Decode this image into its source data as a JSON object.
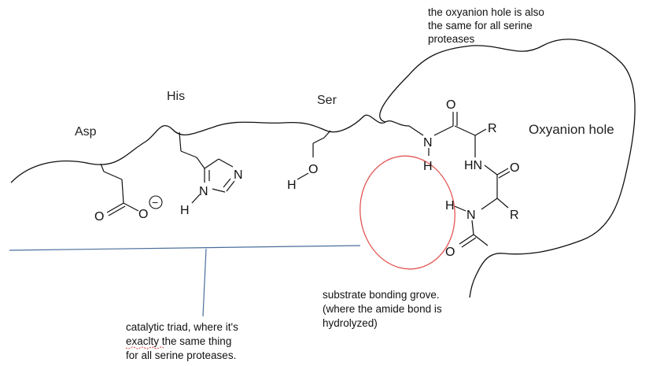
{
  "labels": {
    "asp": "Asp",
    "his": "His",
    "ser": "Ser",
    "oxyanion_hole": "Oxyanion hole"
  },
  "atoms": {
    "o": "O",
    "h": "H",
    "n": "N",
    "hn": "HN",
    "r": "R",
    "charge": "−"
  },
  "notes": {
    "oxyanion_note": [
      "the oxyanion hole is also",
      "the same for all serine",
      "proteases"
    ],
    "substrate_note": [
      "substrate bonding grove.",
      "(where the amide bond is",
      "hydrolyzed)"
    ],
    "triad_note": [
      "catalytic triad, where it's",
      "exaclty the same thing",
      "for all serine proteases."
    ]
  },
  "colors": {
    "line": "#111111",
    "annotation_line": "#4a6e9c",
    "circle": "#e35656",
    "spellcheck": "#d93a3a"
  }
}
